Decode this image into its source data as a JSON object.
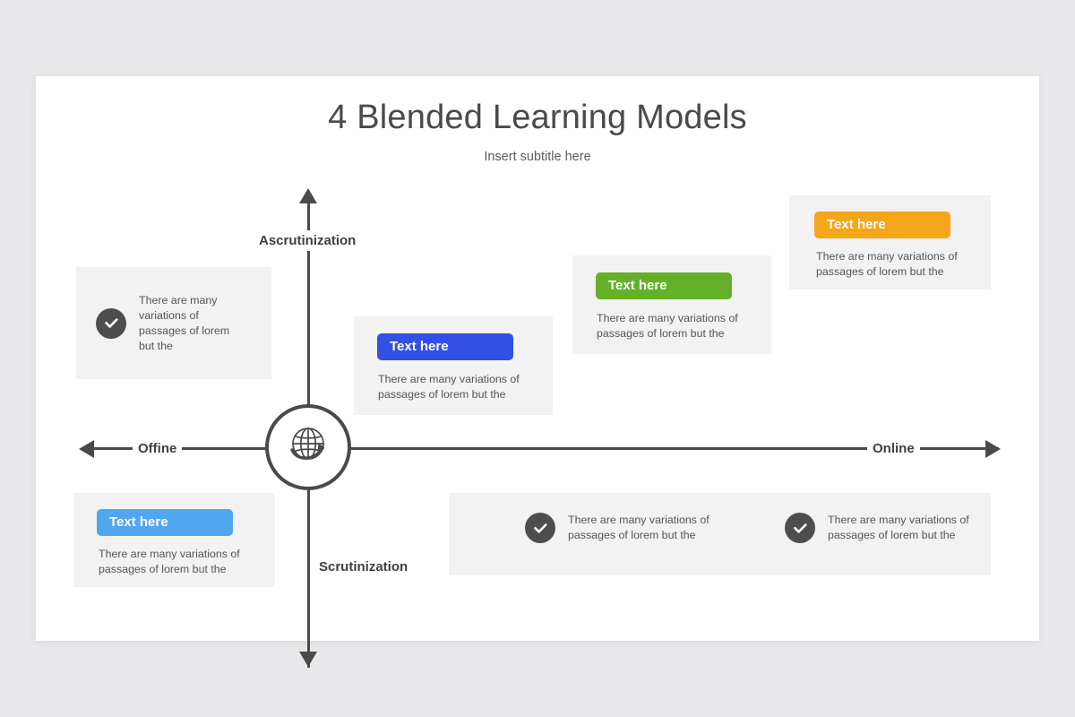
{
  "slide": {
    "title": "4 Blended Learning Models",
    "subtitle": "Insert subtitle here"
  },
  "axes": {
    "top_label": "Ascrutinization",
    "bottom_label": "Scrutinization",
    "left_label": "Offine",
    "right_label": "Online",
    "center_icon": "globe-icon",
    "arrow_color": "#4a4a4a"
  },
  "cards": [
    {
      "id": "card-check-left",
      "icon": "check-circle-icon",
      "body": "There are many\nvariations of\npassages of lorem\nbut the"
    },
    {
      "id": "card-blue",
      "pill_label": "Text here",
      "pill_color": "#3250e4",
      "body": "There are many variations of\npassages of lorem but the"
    },
    {
      "id": "card-green",
      "pill_label": "Text here",
      "pill_color": "#64b127",
      "body": "There are many variations of\npassages of lorem but the"
    },
    {
      "id": "card-orange",
      "pill_label": "Text here",
      "pill_color": "#f5a519",
      "body": "There are many variations of\npassages of lorem but the"
    },
    {
      "id": "card-lightblue",
      "pill_label": "Text here",
      "pill_color": "#50a7ef",
      "body": "There are many variations of\npassages of lorem but the"
    }
  ],
  "bottom_panel": {
    "items": [
      {
        "icon": "check-circle-icon",
        "body": "There are many variations of\npassages of lorem but the"
      },
      {
        "icon": "check-circle-icon",
        "body": "There are many variations of\npassages of lorem but the"
      }
    ]
  },
  "colors": {
    "page_background": "#e9e9eb",
    "slide_background": "#ffffff",
    "panel_background": "#f2f2f2",
    "text_dark": "#4a4a4a",
    "text_body": "#555555",
    "icon_gray": "#4d4d4d"
  }
}
